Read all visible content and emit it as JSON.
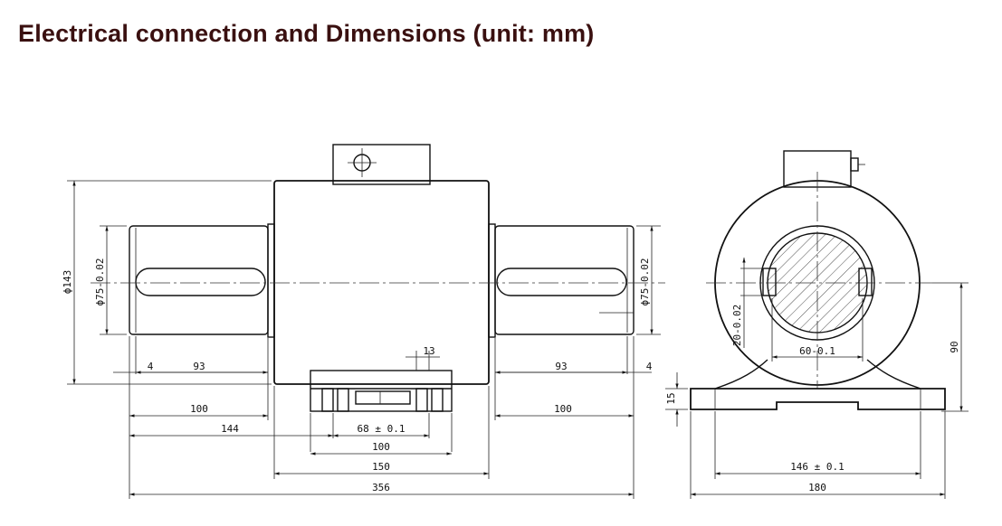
{
  "title": "Electrical connection and Dimensions (unit: mm)",
  "front_view": {
    "dia_body": "ϕ143",
    "dia_shaft_left": "ϕ75-0.02",
    "dia_shaft_right": "ϕ75-0.02",
    "key_offset_left": "4",
    "key_len_left": "93",
    "key_len_right": "93",
    "key_offset_right": "4",
    "shaft_len_left": "100",
    "shaft_len_right": "100",
    "bolt_width": "13",
    "overall_left": "144",
    "mount_hole_spacing": "68 ± 0.1",
    "base_length": "100",
    "body_length": "150",
    "overall_length": "356"
  },
  "side_view": {
    "keyway_width": "20-0.02",
    "shaft_flat": "60-0.1",
    "center_height": "90",
    "base_thickness": "15",
    "hole_spacing": "146 ± 0.1",
    "base_width": "180"
  }
}
